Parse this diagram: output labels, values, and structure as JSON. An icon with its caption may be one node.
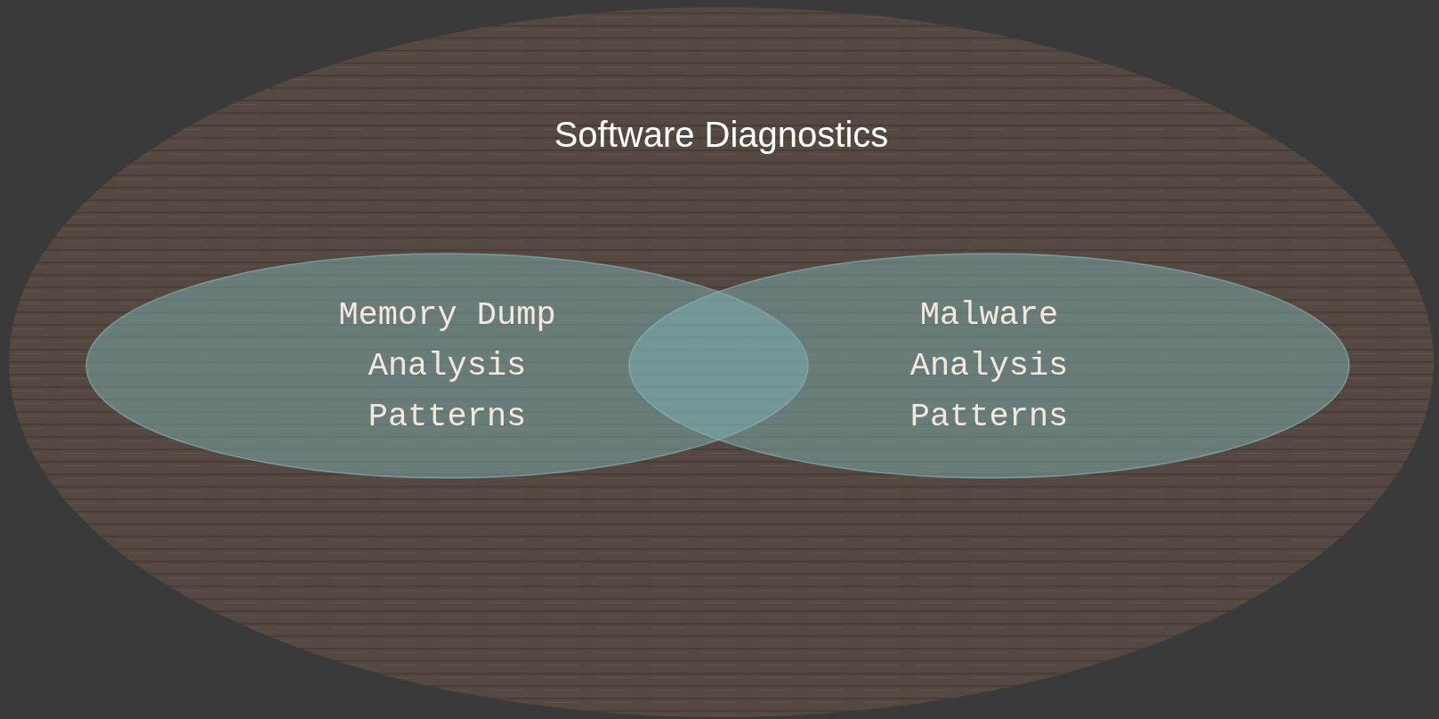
{
  "diagram": {
    "nodes": [
      {
        "text": [
          "Software Diagnostics"
        ]
      },
      {
        "text": [
          "Memory Dump Analysis Patterns"
        ],
        "in": 0
      },
      {
        "text": [
          "Malware Analysis Patterns"
        ],
        "in": 0
      }
    ]
  }
}
